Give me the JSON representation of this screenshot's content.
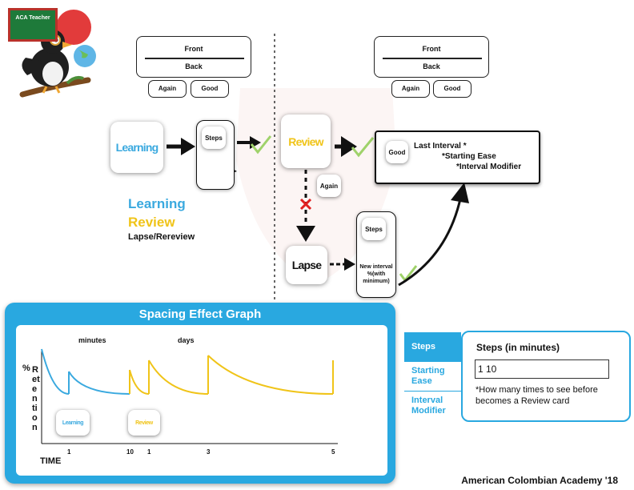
{
  "logo": {
    "text": "ACA Teacher"
  },
  "front_card_left": {
    "front": "Front",
    "back": "Back",
    "again": "Again",
    "good": "Good"
  },
  "front_card_right": {
    "front": "Front",
    "back": "Back",
    "again": "Again",
    "good": "Good"
  },
  "flow": {
    "learning": "Learning",
    "steps": "Steps",
    "review": "Review",
    "again": "Again",
    "lapse": "Lapse",
    "steps2": "Steps",
    "new_interval": "New interval %(with minimum)",
    "good": "Good",
    "last_interval": "Last Interval *",
    "starting_ease": "*Starting Ease",
    "interval_modifier": "*Interval Modifier"
  },
  "legend": {
    "learning": "Learning",
    "review": "Review",
    "lapse": "Lapse/Rereview"
  },
  "colors": {
    "learning": "#3aa9df",
    "review": "#f0c419",
    "lapse": "#111111",
    "accent": "#29a8e0",
    "cross": "#e02020",
    "check": "#9fd26a"
  },
  "graph": {
    "title": "Spacing Effect Graph",
    "minutes_label": "minutes",
    "days_label": "days",
    "y_label_prefix": "%",
    "y_label": "Retention",
    "x_label": "TIME",
    "ticks": [
      "1",
      "10",
      "1",
      "3",
      "5"
    ],
    "learning_chip": "Learning",
    "review_chip": "Review"
  },
  "chart_data": {
    "type": "line",
    "title": "Spacing Effect Graph",
    "xlabel": "TIME",
    "ylabel": "% Retention",
    "tick_labels": [
      "1",
      "10",
      "1",
      "3",
      "5"
    ],
    "series": [
      {
        "name": "Learning",
        "color": "#3aa9df",
        "segments": [
          "start-1",
          "1-10"
        ]
      },
      {
        "name": "Review",
        "color": "#f0c419",
        "segments": [
          "10-1",
          "1-3",
          "3-5"
        ]
      }
    ]
  },
  "settings": {
    "tabs": [
      "Steps",
      "Starting Ease",
      "Interval Modifier"
    ],
    "title": "Steps (in minutes)",
    "input_value": "1 10",
    "note": "*How many times to see before becomes a Review card"
  },
  "footer": "American Colombian Academy '18"
}
